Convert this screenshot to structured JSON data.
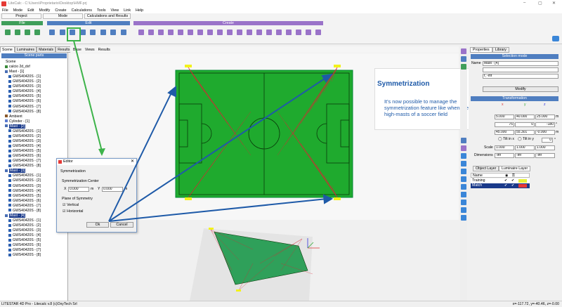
{
  "window": {
    "title": "LiteCalc - C:\\Users\\Proprietario\\Desktop\\HMF.prj"
  },
  "menu": [
    "File",
    "Mode",
    "Edit",
    "Modify",
    "Create",
    "Calculations",
    "Tools",
    "View",
    "Link",
    "Help"
  ],
  "ribbon": {
    "tabs": [
      "Project",
      "Mode",
      "Calculations and Results"
    ],
    "groups": [
      "File",
      "Edit",
      "Create"
    ],
    "colors": {
      "file": "#3f9e5a",
      "edit": "#4f7ec0",
      "create": "#9a73c9"
    }
  },
  "left_panel": {
    "tabs": [
      "Scene",
      "Luminaires",
      "Materials",
      "Results"
    ],
    "header": "Scene parts",
    "tree": [
      {
        "label": "Scene",
        "level": 0,
        "icon": "none"
      },
      {
        "label": "calcio 2d_dxf",
        "level": 1,
        "icon": "drawing-icon"
      },
      {
        "label": "Mast - [1]",
        "level": 1,
        "icon": "mast-icon"
      },
      {
        "label": "GWS40420S - [1]",
        "level": 2,
        "icon": "lum"
      },
      {
        "label": "GWS40420S - [2]",
        "level": 2,
        "icon": "lum"
      },
      {
        "label": "GWS40420S - [3]",
        "level": 2,
        "icon": "lum"
      },
      {
        "label": "GWS40420S - [4]",
        "level": 2,
        "icon": "lum"
      },
      {
        "label": "GWS40420S - [5]",
        "level": 2,
        "icon": "lum"
      },
      {
        "label": "GWS40420S - [6]",
        "level": 2,
        "icon": "lum"
      },
      {
        "label": "GWS40420S - [7]",
        "level": 2,
        "icon": "lum"
      },
      {
        "label": "GWS40420S - [8]",
        "level": 2,
        "icon": "lum"
      },
      {
        "label": "Ambient",
        "level": 1,
        "icon": "ambient-icon"
      },
      {
        "label": "Cylinder - [1]",
        "level": 1,
        "icon": "cylinder-icon"
      },
      {
        "label": "Mast - [2]",
        "level": 1,
        "icon": "mast-icon",
        "selected": true
      },
      {
        "label": "GWS40420S - [1]",
        "level": 2,
        "icon": "lum"
      },
      {
        "label": "GWS40420S - [2]",
        "level": 2,
        "icon": "lum"
      },
      {
        "label": "GWS40420S - [3]",
        "level": 2,
        "icon": "lum"
      },
      {
        "label": "GWS40420S - [4]",
        "level": 2,
        "icon": "lum"
      },
      {
        "label": "GWS40420S - [5]",
        "level": 2,
        "icon": "lum"
      },
      {
        "label": "GWS40420S - [6]",
        "level": 2,
        "icon": "lum"
      },
      {
        "label": "GWS40420S - [7]",
        "level": 2,
        "icon": "lum"
      },
      {
        "label": "GWS40420S - [8]",
        "level": 2,
        "icon": "lum"
      },
      {
        "label": "Mast - [3]",
        "level": 1,
        "icon": "mast-icon",
        "selected": true
      },
      {
        "label": "GWS40420S - [1]",
        "level": 2,
        "icon": "lum"
      },
      {
        "label": "GWS40420S - [2]",
        "level": 2,
        "icon": "lum"
      },
      {
        "label": "GWS40420S - [3]",
        "level": 2,
        "icon": "lum"
      },
      {
        "label": "GWS40420S - [4]",
        "level": 2,
        "icon": "lum"
      },
      {
        "label": "GWS40420S - [5]",
        "level": 2,
        "icon": "lum"
      },
      {
        "label": "GWS40420S - [6]",
        "level": 2,
        "icon": "lum"
      },
      {
        "label": "GWS40420S - [7]",
        "level": 2,
        "icon": "lum"
      },
      {
        "label": "GWS40420S - [8]",
        "level": 2,
        "icon": "lum"
      },
      {
        "label": "Mast - [4]",
        "level": 1,
        "icon": "mast-icon",
        "selected": true
      },
      {
        "label": "GWS40420S - [1]",
        "level": 2,
        "icon": "lum"
      },
      {
        "label": "GWS40420S - [2]",
        "level": 2,
        "icon": "lum"
      },
      {
        "label": "GWS40420S - [3]",
        "level": 2,
        "icon": "lum"
      },
      {
        "label": "GWS40420S - [4]",
        "level": 2,
        "icon": "lum"
      },
      {
        "label": "GWS40420S - [5]",
        "level": 2,
        "icon": "lum"
      },
      {
        "label": "GWS40420S - [6]",
        "level": 2,
        "icon": "lum"
      },
      {
        "label": "GWS40420S - [7]",
        "level": 2,
        "icon": "lum"
      },
      {
        "label": "GWS40420S - [8]",
        "level": 2,
        "icon": "lum"
      }
    ]
  },
  "viewport": {
    "toolbar": [
      "Base",
      "Views",
      "Results"
    ]
  },
  "callout": {
    "title": "Symmetrization",
    "body": "It's now possible to manage the symmetrization feature like when creating the high-masts of a soccer field"
  },
  "editor": {
    "title": "Editor",
    "section": "Symmetrization",
    "center_label": "Symmetrization Center",
    "x_label": "X",
    "x_value": "0.000",
    "y_label": "Y",
    "y_value": "0.000",
    "unit": "m",
    "plane_label": "Plane of Symmetry",
    "vertical": "Vertical",
    "horizontal": "Horizontal",
    "ok": "Ok",
    "cancel": "Cancel"
  },
  "right_panel": {
    "tabs": [
      "Properties",
      "Library"
    ],
    "selection_header": "Selection mode",
    "name_label": "Name",
    "name_value": "Mast - [4]",
    "inf_value": "f, -inf",
    "modify": "Modify",
    "transformation": "Transformation",
    "axis_x": "x",
    "axis_y": "y",
    "axis_z": "z",
    "pos": [
      "5.000",
      "40.000",
      "25.000"
    ],
    "pos_unit": "m",
    "rot": [
      "75",
      "0",
      "-180"
    ],
    "rot_unit": "°",
    "row3": [
      "45.000",
      "55.301",
      "-0.000"
    ],
    "row3_unit": "m",
    "tilt_x": "Tilt in x",
    "tilt_y": "Tilt in y",
    "tilt_val": "0",
    "scale_label": "Scale",
    "scale": [
      "1.000",
      "1.000",
      "1.000"
    ],
    "dimensions_label": "Dimensions",
    "dimensions": [
      "-inf",
      "-inf",
      "-inf"
    ],
    "layer_tabs": [
      "Object Layer",
      "Luminaire Layer"
    ],
    "layers_header": "Name",
    "layers": [
      {
        "name": "Training",
        "color": "#e6f03a"
      },
      {
        "name": "Match",
        "color": "#e53935",
        "selected": true
      }
    ]
  },
  "status": {
    "left": "LITESTAR 4D Pro - Litecalc v.8 (c)OxyTech Srl",
    "right": "x=-117.72, y=-40.46, z=-0.00"
  }
}
